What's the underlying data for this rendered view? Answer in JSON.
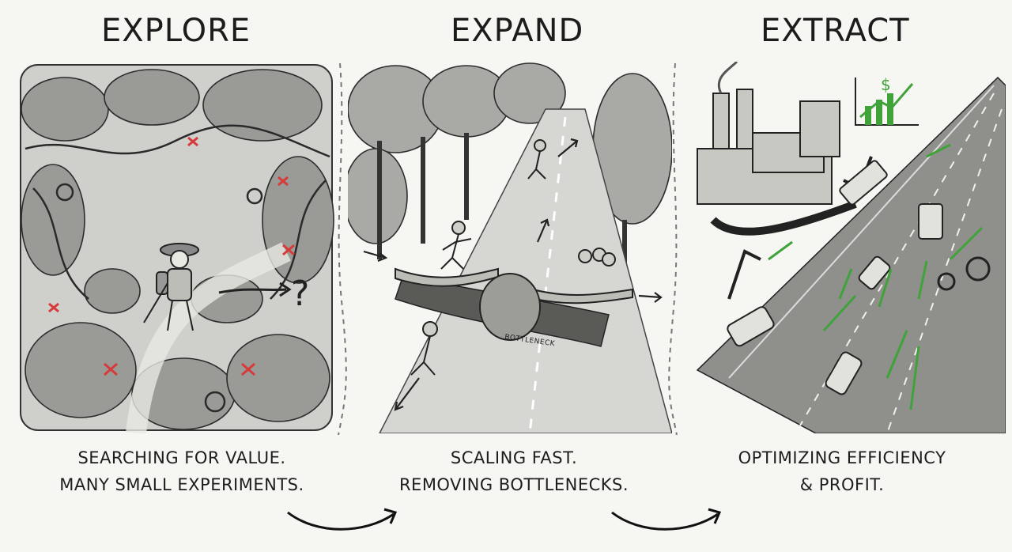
{
  "stages": [
    {
      "title": "EXPLORE",
      "caption_line1": "SEARCHING FOR VALUE.",
      "caption_line2": "MANY SMALL EXPERIMENTS."
    },
    {
      "title": "EXPAND",
      "caption_line1": "SCALING FAST.",
      "caption_line2": "REMOVING BOTTLENECKS."
    },
    {
      "title": "EXTRACT",
      "caption_line1": "OPTIMIZING EFFICIENCY",
      "caption_line2": "& PROFIT."
    }
  ],
  "labels": {
    "bottleneck": "BOTTLENECK",
    "question_mark": "?",
    "dollar": "$"
  },
  "colors": {
    "ink": "#222222",
    "paper": "#f6f6f3",
    "accent_green": "#3fa33a",
    "mark_red": "#d63a3a"
  }
}
